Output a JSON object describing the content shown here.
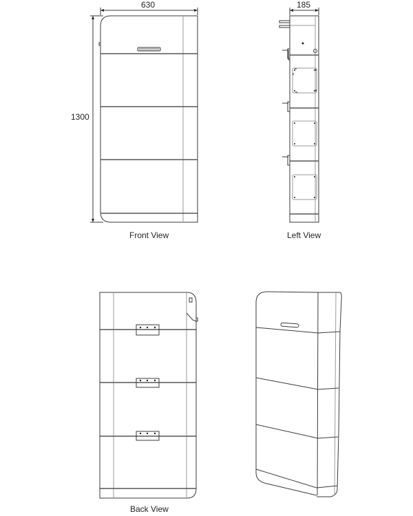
{
  "dimensions": {
    "width": "630",
    "height": "1300",
    "depth": "185"
  },
  "views": [
    {
      "id": "front",
      "label": "Front View"
    },
    {
      "id": "left",
      "label": "Left View"
    },
    {
      "id": "back",
      "label": "Back View"
    },
    {
      "id": "iso",
      "label": ""
    }
  ],
  "colors": {
    "line": "#3a3a3a",
    "thin_line": "#9a9a9a",
    "background": "#ffffff"
  }
}
